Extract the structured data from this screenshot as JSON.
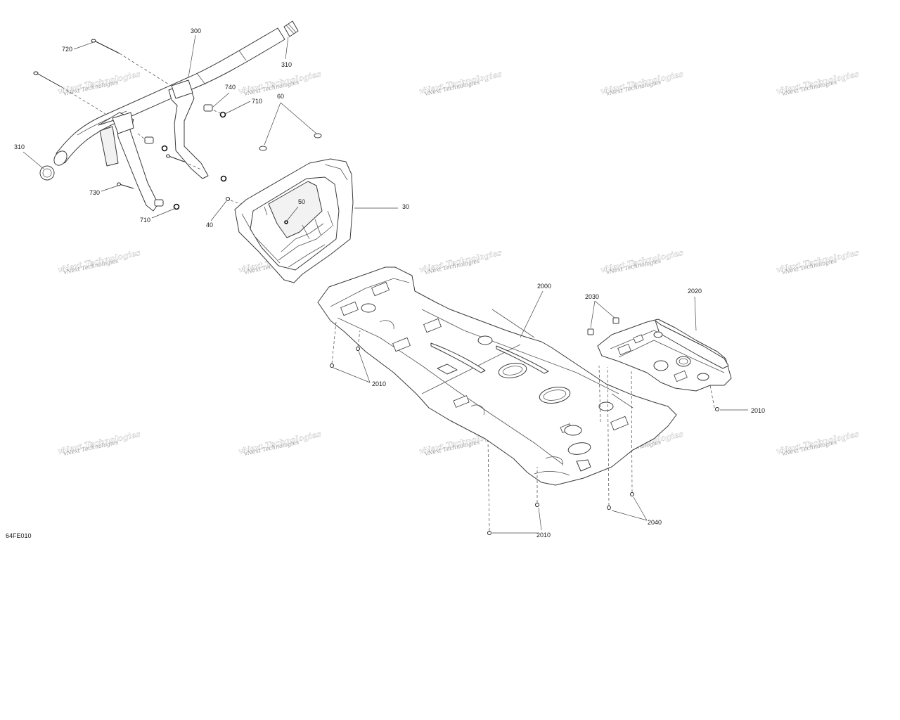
{
  "diagram_id": "64FE010",
  "watermark": "vNext Technologies",
  "callouts": {
    "c300": "300",
    "c310a": "310",
    "c310b": "310",
    "c720": "720",
    "c740": "740",
    "c710a": "710",
    "c710b": "710",
    "c730": "730",
    "c60": "60",
    "c50": "50",
    "c40": "40",
    "c30": "30",
    "c2000": "2000",
    "c2030": "2030",
    "c2020": "2020",
    "c2010a": "2010",
    "c2010b": "2010",
    "c2010c": "2010",
    "c2040": "2040"
  }
}
